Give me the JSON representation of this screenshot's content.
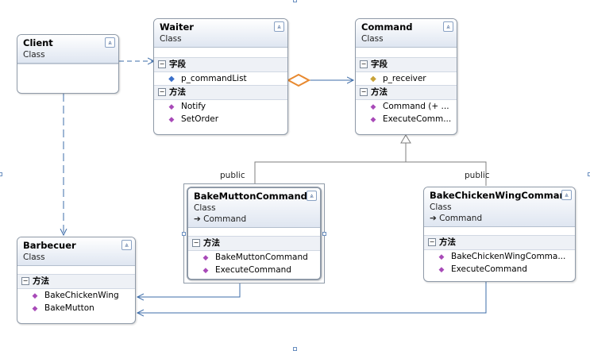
{
  "labels": {
    "collapse_glyph": "⩓",
    "section_expand_glyph": "−",
    "public_left": "public",
    "public_right": "public"
  },
  "classes": {
    "client": {
      "name": "Client",
      "kind": "Class"
    },
    "waiter": {
      "name": "Waiter",
      "kind": "Class",
      "fields_title": "字段",
      "fields": [
        "p_commandList"
      ],
      "methods_title": "方法",
      "methods": [
        "Notify",
        "SetOrder"
      ]
    },
    "command": {
      "name": "Command",
      "kind": "Class",
      "fields_title": "字段",
      "fields": [
        "p_receiver"
      ],
      "methods_title": "方法",
      "methods": [
        "Command (+ ...",
        "ExecuteComm..."
      ]
    },
    "bake_mutton_command": {
      "name": "BakeMuttonCommand",
      "kind": "Class",
      "base": "Command",
      "methods_title": "方法",
      "methods": [
        "BakeMuttonCommand",
        "ExecuteCommand"
      ]
    },
    "bake_chicken_wing_command": {
      "name": "BakeChickenWingCommand",
      "kind": "Class",
      "base": "Command",
      "methods_title": "方法",
      "methods": [
        "BakeChickenWingComma...",
        "ExecuteCommand"
      ]
    },
    "barbecuer": {
      "name": "Barbecuer",
      "kind": "Class",
      "methods_title": "方法",
      "methods": [
        "BakeChickenWing",
        "BakeMutton"
      ]
    }
  },
  "colors": {
    "connector": "#3d6ca8",
    "aggregation_diamond": "#e8892f",
    "inherit": "#7f7f7f"
  }
}
